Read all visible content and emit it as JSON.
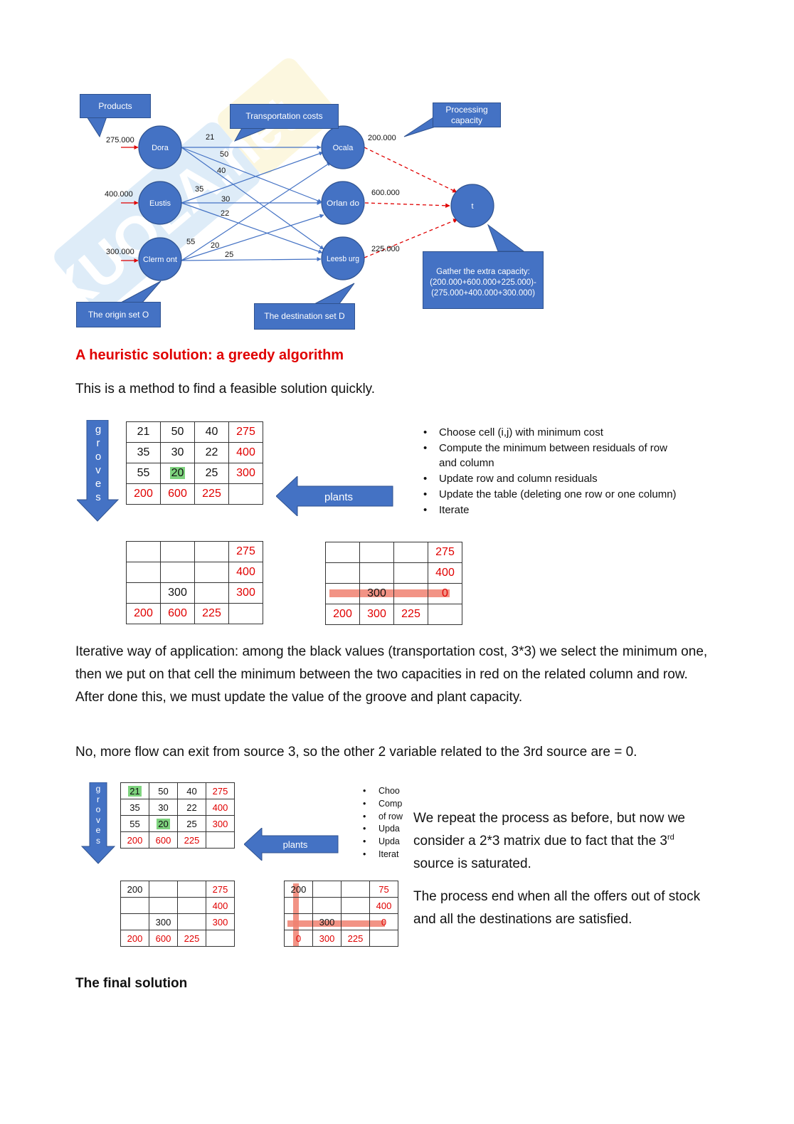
{
  "network": {
    "callouts": {
      "products": "Products",
      "transport": "Transportation costs",
      "processing": "Processing capacity",
      "gather": "Gather the extra capacity: (200.000+600.000+225.000)-(275.000+400.000+300.000)",
      "origin": "The origin set O",
      "destination": "The destination set D"
    },
    "origins": [
      {
        "name": "Dora",
        "supply": "275.000"
      },
      {
        "name": "Eustis",
        "supply": "400.000"
      },
      {
        "name": "Clerm ont",
        "supply": "300.000"
      }
    ],
    "destinations": [
      {
        "name": "Ocala",
        "capacity": "200.000"
      },
      {
        "name": "Orlan do",
        "capacity": "600.000"
      },
      {
        "name": "Leesb urg",
        "capacity": "225.000"
      }
    ],
    "sink": "t",
    "arc_costs": [
      "21",
      "50",
      "40",
      "35",
      "30",
      "22",
      "55",
      "20",
      "25"
    ]
  },
  "heading": "A heuristic solution: a greedy algorithm",
  "intro": "This is a method to find a feasible solution quickly.",
  "arrows": {
    "groves": [
      "g",
      "r",
      "o",
      "v",
      "e",
      "s"
    ],
    "plants": "plants"
  },
  "table1": [
    [
      "21",
      "50",
      "40",
      "275"
    ],
    [
      "35",
      "30",
      "22",
      "400"
    ],
    [
      "55",
      "20",
      "25",
      "300"
    ],
    [
      "200",
      "600",
      "225",
      ""
    ]
  ],
  "table2": [
    [
      "",
      "",
      "",
      "275"
    ],
    [
      "",
      "",
      "",
      "400"
    ],
    [
      "",
      "300",
      "",
      "300"
    ],
    [
      "200",
      "600",
      "225",
      ""
    ]
  ],
  "table3": [
    [
      "",
      "",
      "",
      "275"
    ],
    [
      "",
      "",
      "",
      "400"
    ],
    [
      "",
      "300",
      "",
      "0"
    ],
    [
      "200",
      "300",
      "225",
      ""
    ]
  ],
  "steps": [
    "Choose cell (i,j) with minimum cost",
    "Compute the minimum between residuals of row and column",
    "Update row and column residuals",
    "Update the table (deleting one row or one column)",
    "Iterate"
  ],
  "steps_cut": [
    "Choo",
    "Comp",
    "of row",
    "Upda",
    "Upda",
    "Iterat"
  ],
  "para1": "Iterative way of application: among the black values (transportation cost, 3*3) we select the minimum one, then we put on that cell the minimum between the two capacities in red on the related column and row. After done this, we must update the value of the groove and plant capacity.",
  "para2": "No, more flow can exit from source 3, so the other 2 variable related to the 3rd source are = 0.",
  "table4": [
    [
      "21",
      "50",
      "40",
      "275"
    ],
    [
      "35",
      "30",
      "22",
      "400"
    ],
    [
      "55",
      "20",
      "25",
      "300"
    ],
    [
      "200",
      "600",
      "225",
      ""
    ]
  ],
  "table5": [
    [
      "200",
      "",
      "",
      "275"
    ],
    [
      "",
      "",
      "",
      "400"
    ],
    [
      "",
      "300",
      "",
      "300"
    ],
    [
      "200",
      "600",
      "225",
      ""
    ]
  ],
  "table6": [
    [
      "200",
      "",
      "",
      "75"
    ],
    [
      "",
      "",
      "",
      "400"
    ],
    [
      "",
      "300",
      "",
      "0"
    ],
    [
      "0",
      "300",
      "225",
      ""
    ]
  ],
  "side": {
    "p1a": "We repeat the process as before, but now we consider a 2*3 matrix due to fact that the 3",
    "p1sup": "rd",
    "p1b": " source is saturated.",
    "p2": "The process end when all the offers out of stock and all the destinations are satisfied."
  },
  "final_heading": "The final solution",
  "watermark": "SKUOLA.net",
  "colors": {
    "accent_blue": "#4472c4",
    "red": "#e00000",
    "green_highlight": "#7ed37e",
    "strike": "#f08070"
  }
}
